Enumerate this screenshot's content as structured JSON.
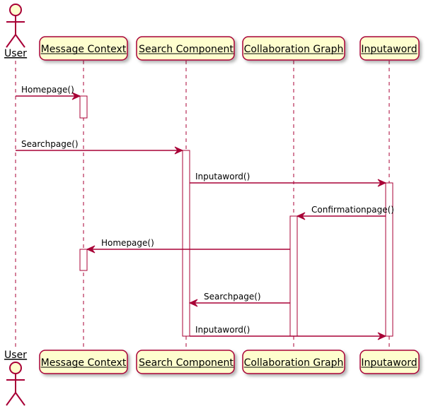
{
  "participants": [
    {
      "id": "user",
      "label": "User",
      "kind": "actor"
    },
    {
      "id": "mc",
      "label": "Message Context",
      "kind": "box"
    },
    {
      "id": "sc",
      "label": "Search Component",
      "kind": "box"
    },
    {
      "id": "cg",
      "label": "Collaboration Graph",
      "kind": "box"
    },
    {
      "id": "ia",
      "label": "Inputaword",
      "kind": "box"
    }
  ],
  "messages": [
    {
      "from": "user",
      "to": "mc",
      "label": "Homepage()"
    },
    {
      "from": "user",
      "to": "sc",
      "label": "Searchpage()"
    },
    {
      "from": "sc",
      "to": "ia",
      "label": "Inputaword()"
    },
    {
      "from": "ia",
      "to": "cg",
      "label": "Confirmationpage()"
    },
    {
      "from": "cg",
      "to": "mc",
      "label": "Homepage()"
    },
    {
      "from": "cg",
      "to": "sc",
      "label": "Searchpage()"
    },
    {
      "from": "sc",
      "to": "ia",
      "label": "Inputaword()"
    }
  ],
  "colors": {
    "box_fill": "#fefece",
    "box_stroke": "#a80036",
    "arrow": "#a80036",
    "lifeline": "#a80036",
    "text": "#000000"
  }
}
